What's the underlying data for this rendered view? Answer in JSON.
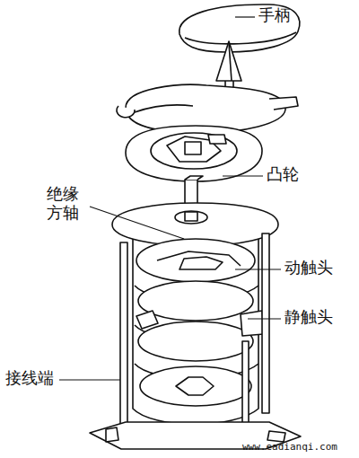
{
  "diagram": {
    "labels": [
      "手柄",
      "凸轮",
      "绝缘 方轴",
      "动触头",
      "静触头",
      "接线端",
      "www.eadianqi.com"
    ]
  }
}
